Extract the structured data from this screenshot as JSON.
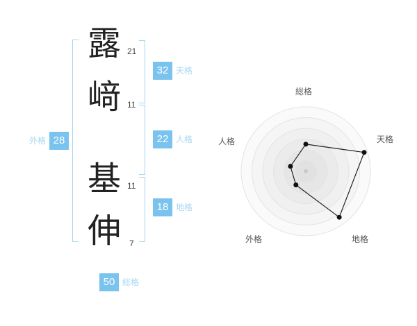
{
  "name": {
    "chars": [
      {
        "glyph": "露",
        "strokes": "21"
      },
      {
        "glyph": "﨑",
        "strokes": "11"
      },
      {
        "glyph": "基",
        "strokes": "11"
      },
      {
        "glyph": "伸",
        "strokes": "7"
      }
    ]
  },
  "grids": {
    "tenkaku": {
      "label": "天格",
      "value": "32"
    },
    "jinkaku": {
      "label": "人格",
      "value": "22"
    },
    "chikaku": {
      "label": "地格",
      "value": "18"
    },
    "gaikaku": {
      "label": "外格",
      "value": "28"
    },
    "soukaku": {
      "label": "総格",
      "value": "50"
    }
  },
  "colors": {
    "accent_box": "#79c3ee",
    "accent_label": "#a9d6f2",
    "bracket": "#a5d3ef"
  },
  "chart_data": {
    "type": "radar",
    "axes": [
      "総格",
      "天格",
      "地格",
      "外格",
      "人格"
    ],
    "values": [
      42,
      95,
      88,
      26,
      25
    ],
    "scale": "percent of outer ring (0-100), estimated from plot",
    "rings": 6,
    "grid": "concentric-circles",
    "legend": "none",
    "line_color": "#222222",
    "point_color": "#111111"
  }
}
